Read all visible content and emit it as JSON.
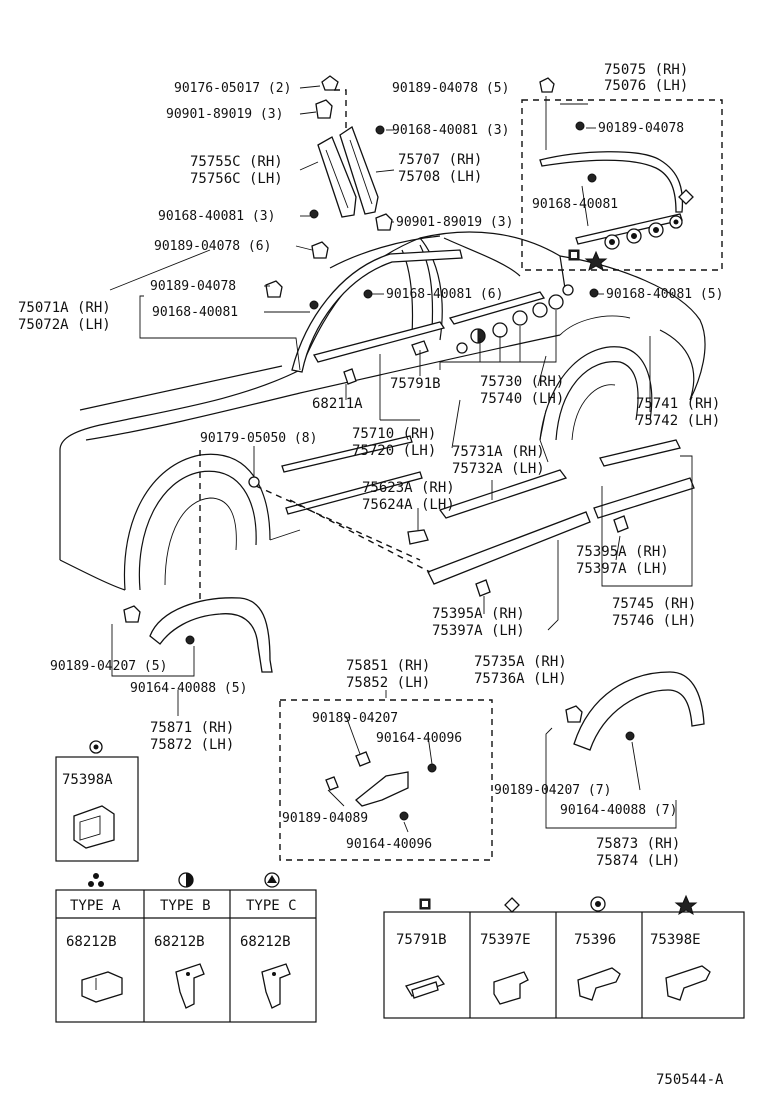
{
  "diagram_id": "750544-A",
  "callouts": {
    "c90176": "90176-05017 (2)",
    "c90901a": "90901-89019 (3)",
    "c90189_top": "90189-04078 (5)",
    "c75075": "75075 (RH)",
    "c75076": "75076 (LH)",
    "c90168_a": "90168-40081 (3)",
    "c90189_box": "90189-04078",
    "c75755c": "75755C (RH)",
    "c75756c": "75756C (LH)",
    "c75707": "75707 (RH)",
    "c75708": "75708 (LH)",
    "c90168_box": "90168-40081",
    "c90168_b": "90168-40081 (3)",
    "c90901b": "90901-89019 (3)",
    "c90189_c": "90189-04078 (6)",
    "c90189_d": "90189-04078",
    "c90168_c": "90168-40081 (6)",
    "c90168_d": "90168-40081 (5)",
    "c75071a": "75071A (RH)",
    "c75072a": "75072A (LH)",
    "c90168_e": "90168-40081",
    "c75791b": "75791B",
    "c75730": "75730 (RH)",
    "c75740": "75740 (LH)",
    "c68211a": "68211A",
    "c75741": "75741 (RH)",
    "c75742": "75742 (LH)",
    "c90179": "90179-05050 (8)",
    "c75710": "75710 (RH)",
    "c75720": "75720 (LH)",
    "c75731a": "75731A (RH)",
    "c75732a": "75732A (LH)",
    "c75623a": "75623A (RH)",
    "c75624a": "75624A (LH)",
    "c75395a_r": "75395A (RH)",
    "c75397a_r": "75397A (LH)",
    "c75745": "75745 (RH)",
    "c75746": "75746 (LH)",
    "c75395a_l": "75395A (RH)",
    "c75397a_l": "75397A (LH)",
    "c90189_f": "90189-04207 (5)",
    "c90164_f": "90164-40088 (5)",
    "c75735a": "75735A (RH)",
    "c75736a": "75736A (LH)",
    "c75871": "75871 (RH)",
    "c75872": "75872 (LH)",
    "c75851": "75851 (RH)",
    "c75852": "75852 (LH)",
    "c90189_g": "90189-04207",
    "c90164_g": "90164-40096",
    "c90189_h": "90189-04089",
    "c90164_h": "90164-40096",
    "c90189_r": "90189-04207 (7)",
    "c90164_r": "90164-40088 (7)",
    "c75873": "75873 (RH)",
    "c75874": "75874 (LH)"
  },
  "clip_box": {
    "label": "75398A"
  },
  "type_table": {
    "headers": [
      "TYPE A",
      "TYPE B",
      "TYPE C"
    ],
    "parts": [
      "68212B",
      "68212B",
      "68212B"
    ]
  },
  "legend_table": {
    "parts": [
      "75791B",
      "75397E",
      "75396",
      "75398E"
    ]
  }
}
